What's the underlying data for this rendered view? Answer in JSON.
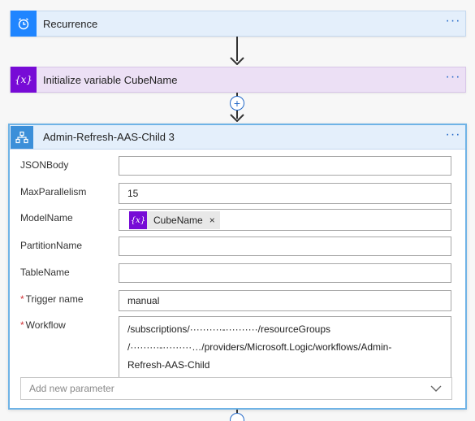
{
  "steps": {
    "recurrence": {
      "title": "Recurrence",
      "icon": "alarm-clock-icon"
    },
    "init_variable": {
      "title": "Initialize variable CubeName",
      "icon": "variable-icon"
    }
  },
  "card": {
    "title": "Admin-Refresh-AAS-Child 3",
    "icon": "workflow-hierarchy-icon",
    "fields": {
      "jsonbody": {
        "label": "JSONBody",
        "value": ""
      },
      "maxparallelism": {
        "label": "MaxParallelism",
        "value": "15"
      },
      "modelname": {
        "label": "ModelName",
        "token": "CubeName",
        "token_close": "×"
      },
      "partitionname": {
        "label": "PartitionName",
        "value": ""
      },
      "tablename": {
        "label": "TableName",
        "value": ""
      },
      "trigger": {
        "label": "Trigger name",
        "required": "*",
        "value": "manual"
      },
      "workflow": {
        "label": "Workflow",
        "required": "*",
        "line1": "/subscriptions/··········-··········/resourceGroups",
        "line2": "/·········-·········…/providers/Microsoft.Logic/workflows/Admin-",
        "line3": "Refresh-AAS-Child"
      }
    },
    "add_param_placeholder": "Add new parameter"
  },
  "menu_ellipsis": "···",
  "colors": {
    "recurrence_blue": "#1f85ff",
    "variable_purple": "#770bd6",
    "card_border": "#6fb3e6",
    "link_blue": "#2469c8",
    "required_red": "#d13438"
  }
}
